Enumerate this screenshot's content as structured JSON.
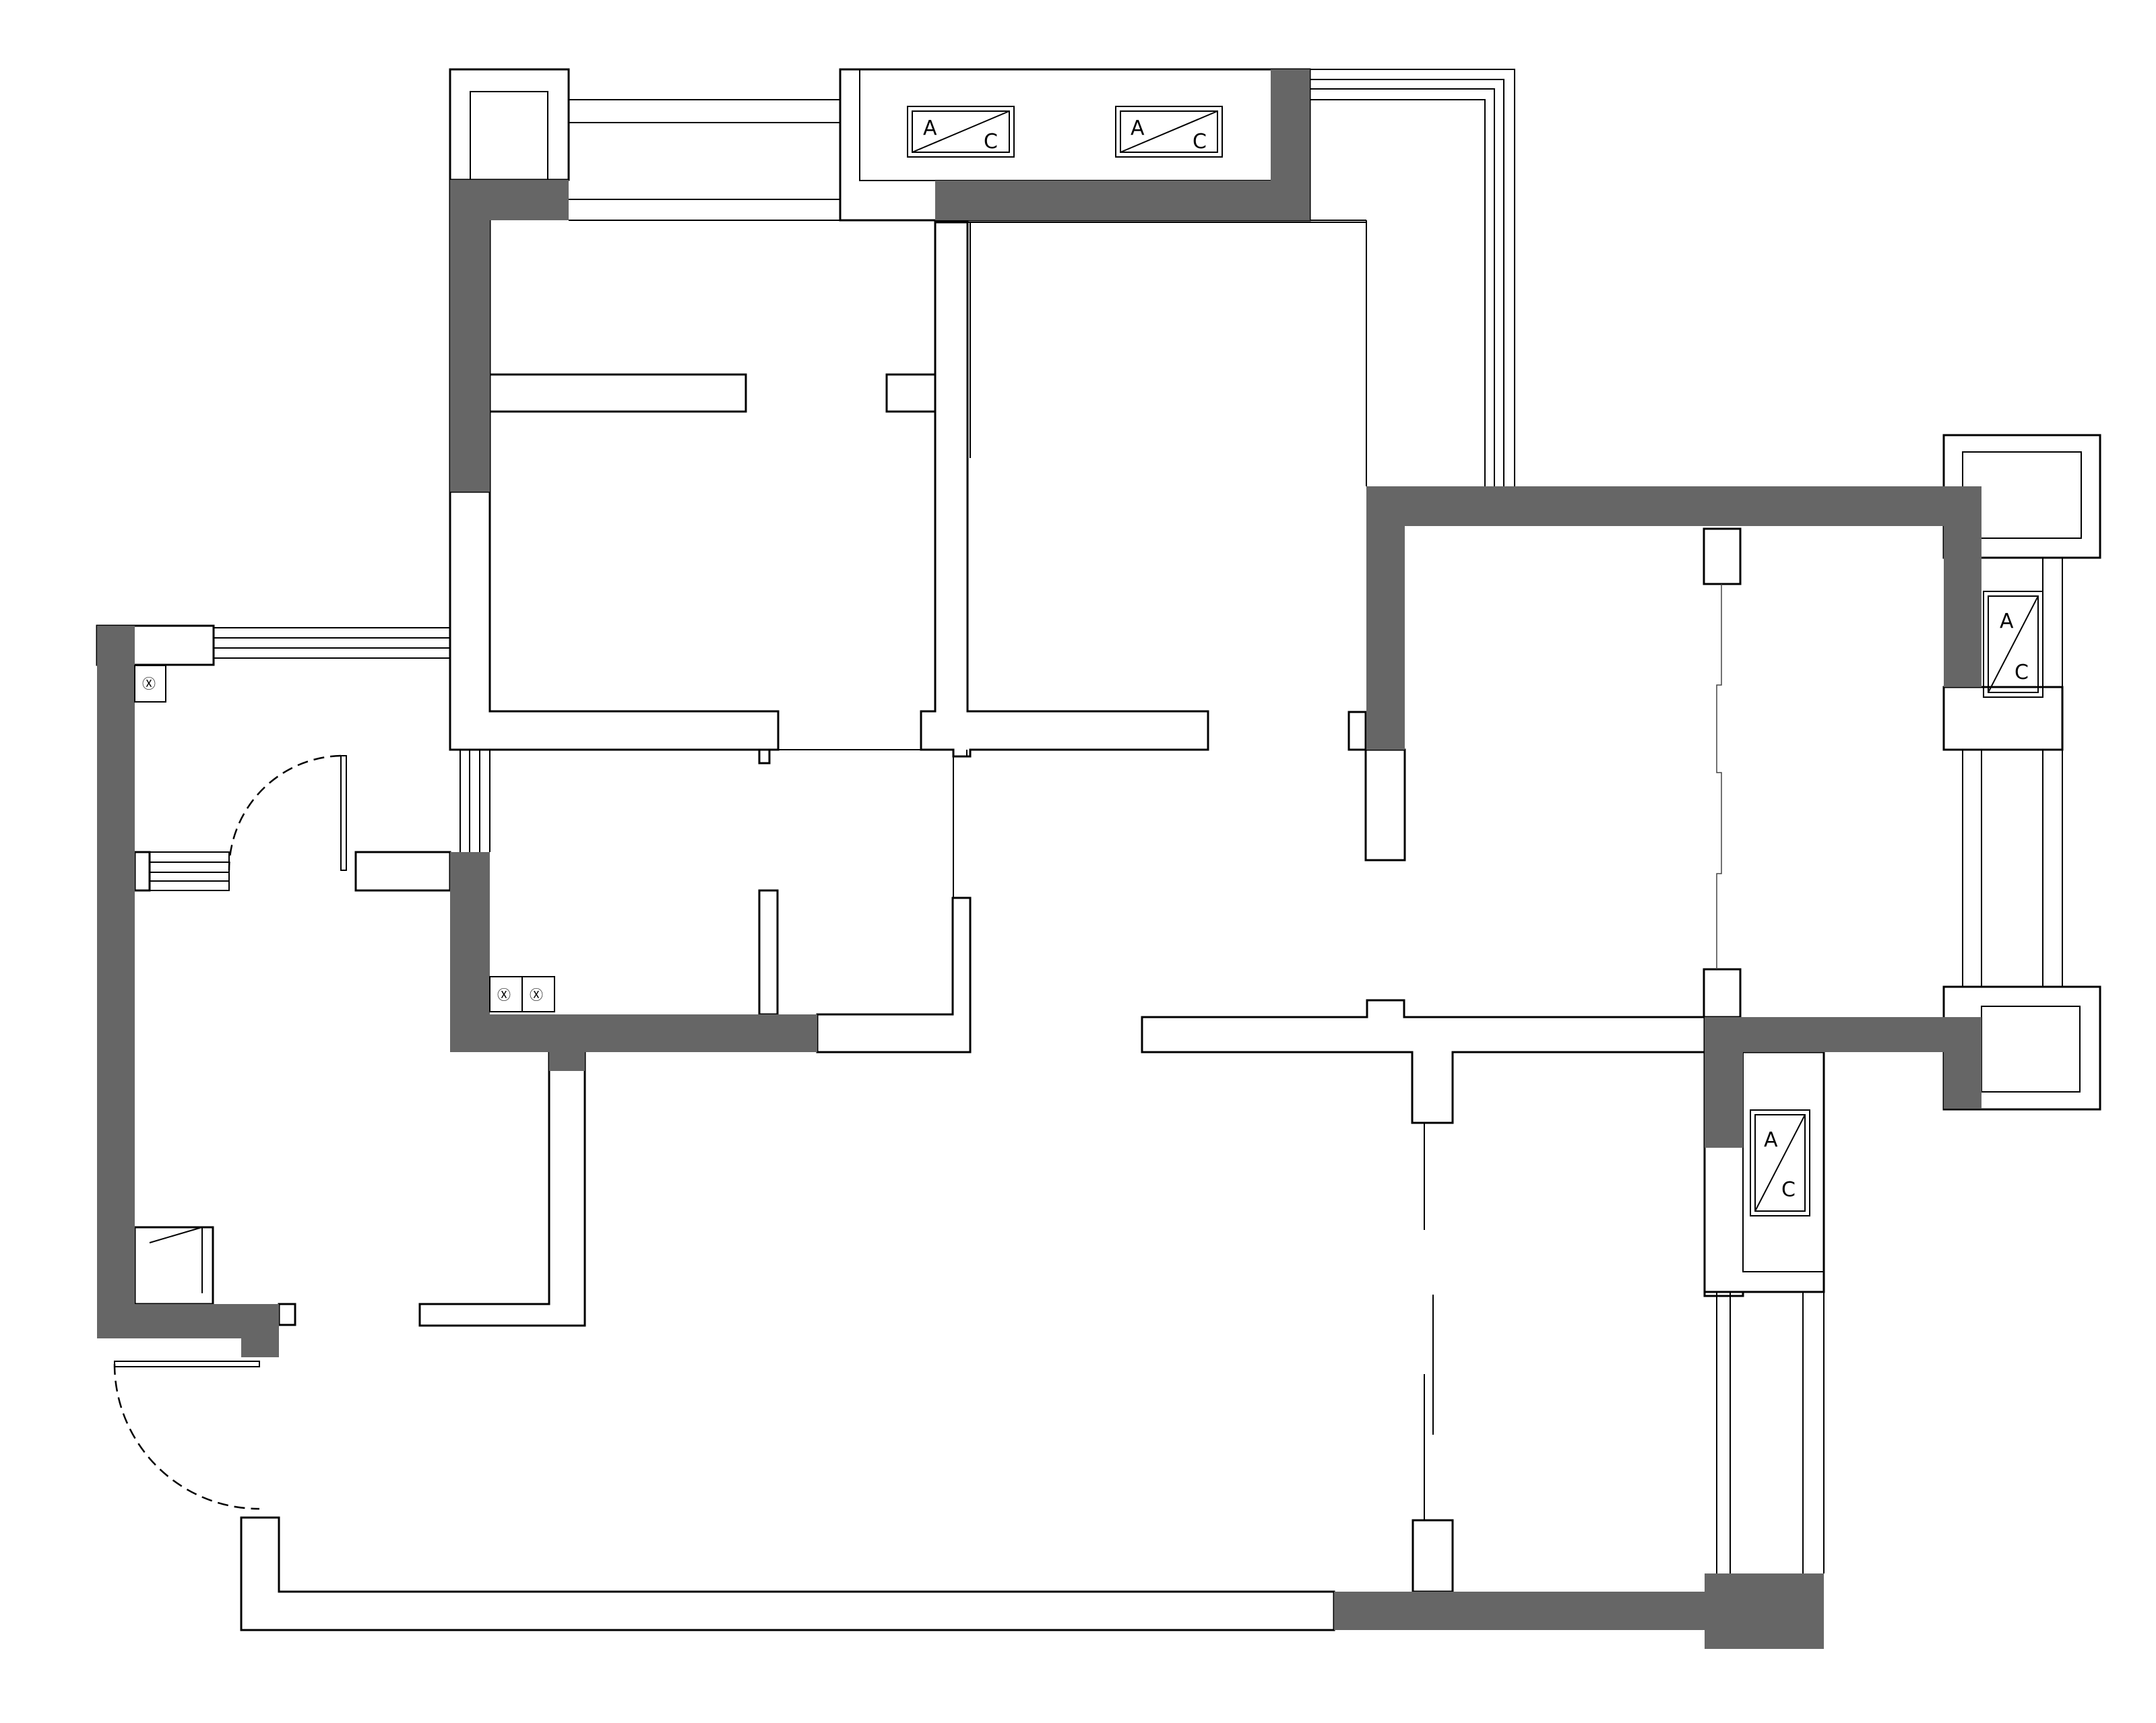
{
  "colors": {
    "structural_wall": "#666666",
    "line": "#000000",
    "background": "#ffffff"
  },
  "ac_units": [
    {
      "top_letter": "A",
      "bottom_letter": "C"
    },
    {
      "top_letter": "A",
      "bottom_letter": "C"
    },
    {
      "top_letter": "A",
      "bottom_letter": "C"
    },
    {
      "top_letter": "A",
      "bottom_letter": "C"
    }
  ],
  "fixtures": [
    {
      "glyph": "Ⓧ"
    },
    {
      "glyph": "Ⓧ"
    },
    {
      "glyph": "Ⓧ"
    }
  ]
}
